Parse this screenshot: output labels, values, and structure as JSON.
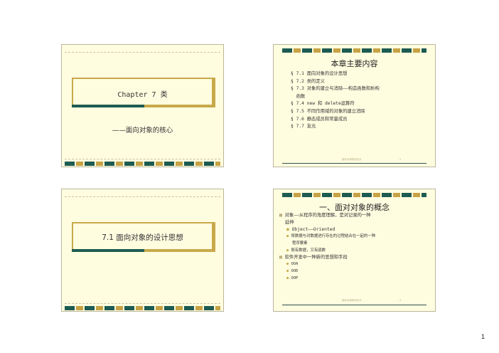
{
  "slides": {
    "s1": {
      "title": "Chapter 7  类",
      "subtitle": "——面向对象的核心"
    },
    "s2": {
      "heading": "本章主要内容",
      "items": [
        "§ 7.1 面向对象的设计思想",
        "§ 7.2 类的定义",
        "§ 7.3 对象的建立与消除——构造函数和析构",
        "  函数",
        "§ 7.4 new 和 delete运算符",
        "§ 7.5 不同作用域的对象的建立消除",
        "§ 7.6 静态成员和常量成员",
        "§ 7.7 友元"
      ],
      "footer_left": "面向对象程序设计",
      "footer_right": "2"
    },
    "s3": {
      "title": "7.1 面向对象的设计思想"
    },
    "s4": {
      "heading": "一、面对对象的概念",
      "items": [
        "对象——从程序的角度理解，是对记录的一种",
        "延伸",
        "Object——Oriented",
        "将数据与对数据进行存在的过程结合在一起的一种",
        "程序要素",
        "既有数据，又有函数",
        "软件开发中一种新的思想和手段",
        "OOA",
        "OOD",
        "OOP"
      ],
      "footer_left": "面向对象程序设计",
      "footer_right": "4"
    }
  },
  "page_number": "1"
}
